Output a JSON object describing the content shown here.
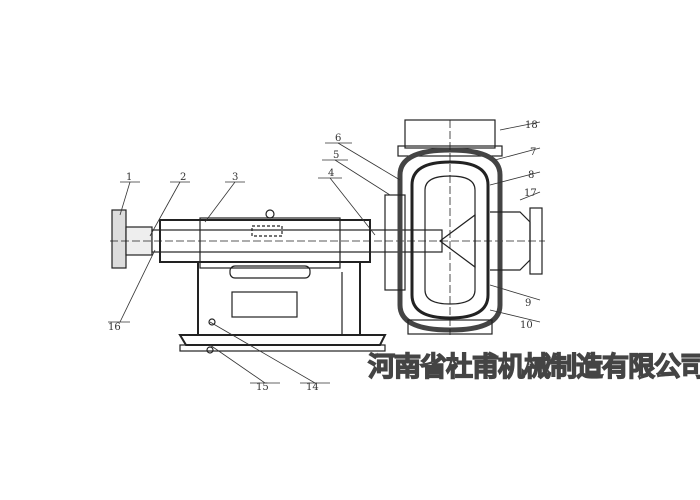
{
  "title": "Pump cross-section drawing",
  "labels": {
    "l1": "1",
    "l2": "2",
    "l3": "3",
    "l4": "4",
    "l5": "5",
    "l6": "6",
    "l7": "7",
    "l8": "8",
    "l9": "9",
    "l10": "10",
    "l14": "14",
    "l15": "15",
    "l16": "16",
    "l17": "17",
    "l18": "18"
  },
  "watermark": "河南省杜甫机械制造有限公司"
}
